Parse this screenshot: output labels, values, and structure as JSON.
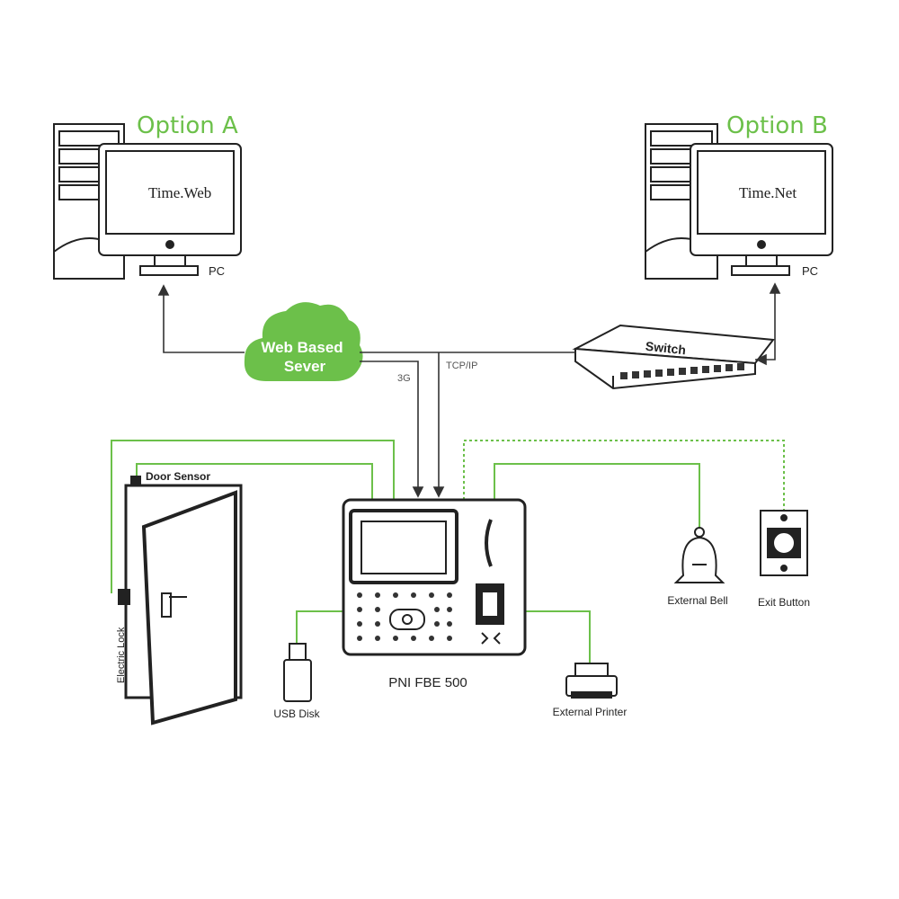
{
  "option_a": {
    "title": "Option A",
    "screen_text": "Time.Web",
    "pc_label": "PC"
  },
  "option_b": {
    "title": "Option B",
    "screen_text": "Time.Net",
    "pc_label": "PC"
  },
  "cloud": {
    "line1": "Web Based",
    "line2": "Sever"
  },
  "link_3g": "3G",
  "link_tcpip": "TCP/IP",
  "switch_label": "Switch",
  "door_sensor_label": "Door Sensor",
  "electric_lock_label": "Electric Lock",
  "device_label": "PNI FBE 500",
  "usb_label": "USB Disk",
  "printer_label": "External Printer",
  "bell_label": "External Bell",
  "exit_button_label": "Exit Button",
  "colors": {
    "accent_green": "#6cc04a",
    "line": "#333333"
  }
}
